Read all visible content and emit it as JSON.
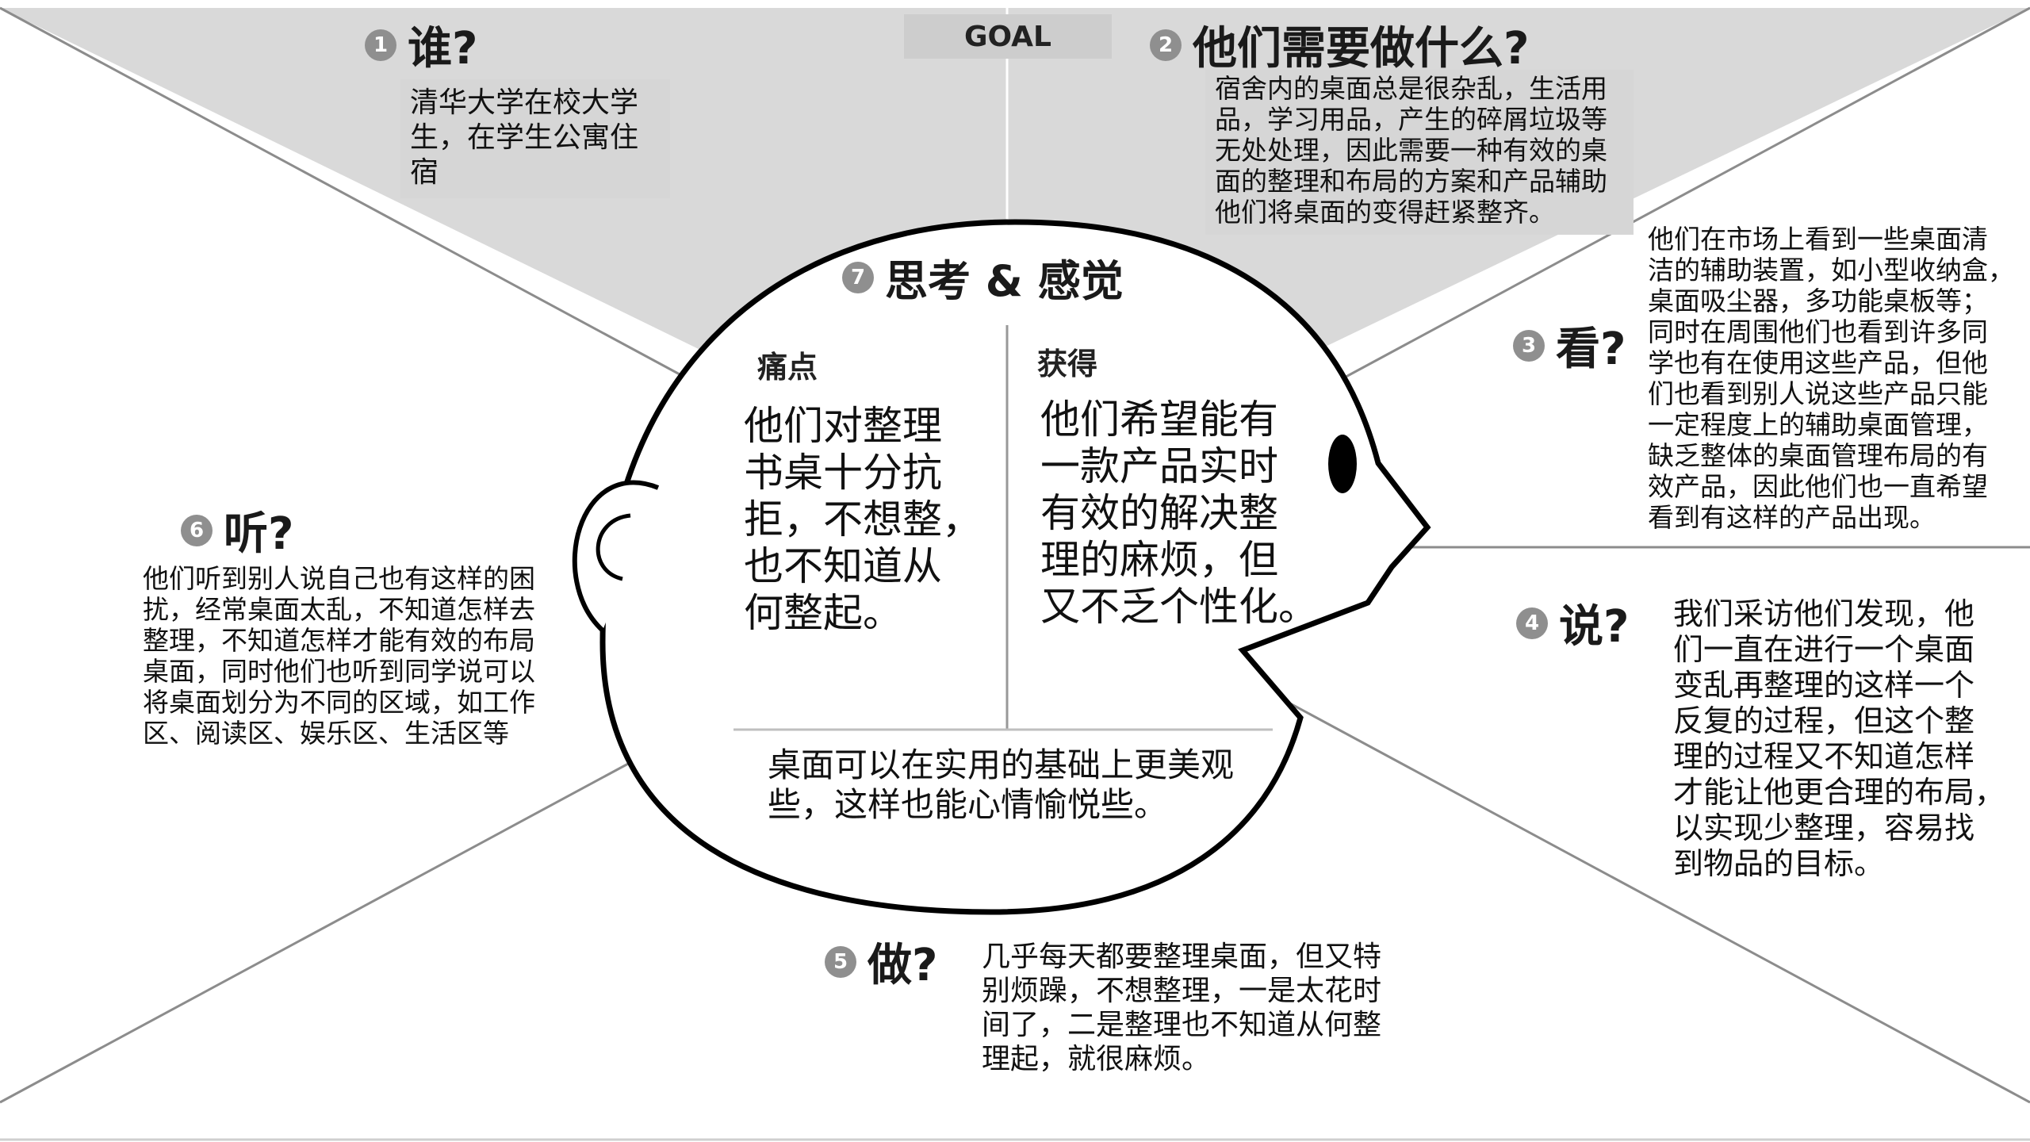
{
  "goal_label": "GOAL",
  "sections": {
    "who": {
      "num": "1",
      "title": "谁?",
      "text": "清华大学在校大学\n生，在学生公寓住\n宿"
    },
    "need": {
      "num": "2",
      "title": "他们需要做什么?",
      "text": "宿舍内的桌面总是很杂乱，生活用\n品，学习用品，产生的碎屑垃圾等\n无处处理，因此需要一种有效的桌\n面的整理和布局的方案和产品辅助\n他们将桌面的变得赶紧整齐。"
    },
    "see": {
      "num": "3",
      "title": "看?",
      "text": "他们在市场上看到一些桌面清\n洁的辅助装置，如小型收纳盒，\n桌面吸尘器，多功能桌板等；\n同时在周围他们也看到许多同\n学也有在使用这些产品，但他\n们也看到别人说这些产品只能\n一定程度上的辅助桌面管理，\n缺乏整体的桌面管理布局的有\n效产品，因此他们也一直希望\n看到有这样的产品出现。"
    },
    "say": {
      "num": "4",
      "title": "说?",
      "text": "我们采访他们发现，他\n们一直在进行一个桌面\n变乱再整理的这样一个\n反复的过程，但这个整\n理的过程又不知道怎样\n才能让他更合理的布局，\n以实现少整理，容易找\n到物品的目标。"
    },
    "do": {
      "num": "5",
      "title": "做?",
      "text": "几乎每天都要整理桌面，但又特\n别烦躁，不想整理，一是太花时\n间了，二是整理也不知道从何整\n理起，就很麻烦。"
    },
    "hear": {
      "num": "6",
      "title": "听?",
      "text": "他们听到别人说自己也有这样的困\n扰，经常桌面太乱，不知道怎样去\n整理，不知道怎样才能有效的布局\n桌面，同时他们也听到同学说可以\n将桌面划分为不同的区域，如工作\n区、阅读区、娱乐区、生活区等"
    },
    "think": {
      "num": "7",
      "title": "思考 & 感觉"
    }
  },
  "pain": {
    "label": "痛点",
    "text": "他们对整理\n书桌十分抗\n拒，不想整，\n也不知道从\n何整起。"
  },
  "gain": {
    "label": "获得",
    "text": "他们希望能有\n一款产品实时\n有效的解决整\n理的麻烦，但\n又不乏个性化。"
  },
  "bottom": {
    "text": "桌面可以在实用的基础上更美观\n些，这样也能心情愉悦些。"
  },
  "colors": {
    "region_gray": "#d9d9d9",
    "box_gray": "#d6d6d6",
    "line_gray": "#8c8c8c",
    "head_outline": "#000000"
  }
}
